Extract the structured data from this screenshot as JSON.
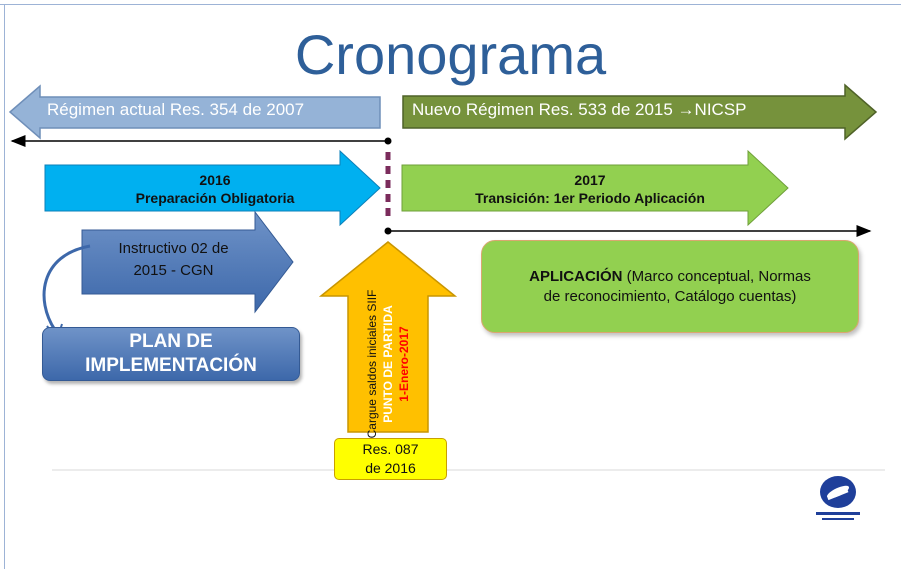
{
  "title": "Cronograma",
  "regimen_actual": "Régimen actual Res. 354 de 2007",
  "nuevo_regimen": "Nuevo Régimen Res. 533 de 2015 →NICSP",
  "prep": {
    "year": "2016",
    "label": "Preparación Obligatoria"
  },
  "trans": {
    "year": "2017",
    "label": "Transición: 1er Periodo Aplicación"
  },
  "instructivo": {
    "line1": "Instructivo 02 de",
    "line2": "2015 - CGN"
  },
  "plan": {
    "line1": "PLAN DE",
    "line2": "IMPLEMENTACIÓN"
  },
  "aplicacion": {
    "bold": "APLICACIÓN",
    "rest1": " (Marco conceptual, Normas",
    "line2": "de reconocimiento, Catálogo cuentas)"
  },
  "up_arrow": {
    "line1": "Cargue saldos iniciales SIIF",
    "line2": "PUNTO DE PARTIDA",
    "line3": "1-Enero-2017"
  },
  "res087": {
    "line1": "Res. 087",
    "line2": "de 2016"
  },
  "colors": {
    "title": "#2e5f99",
    "blue_arrow": "#95b3d7",
    "green_dark": "#76923c",
    "cyan": "#00b0f0",
    "green_light": "#92d050",
    "orange": "#ffc000",
    "yellow": "#ffff00",
    "red": "#ff0000"
  }
}
